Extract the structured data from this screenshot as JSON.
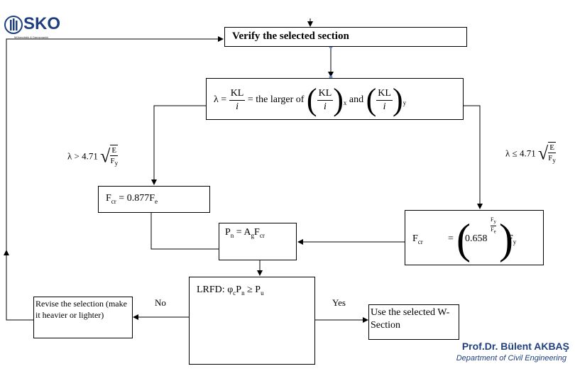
{
  "logo": {
    "name": "SKO",
    "subtitle": "Mühendislik & Danışmanlık"
  },
  "boxes": {
    "verify": "Verify the selected  section",
    "lambda": {
      "lambda_symbol": "λ =",
      "kl": "KL",
      "i": "i",
      "larger_text": "= the larger of",
      "and_text": "and",
      "sub_x": "x",
      "sub_y": "y"
    },
    "fcr_left": {
      "lhs": "F",
      "lhs_sub": "cr",
      "rhs": "=  0.877F",
      "rhs_sub": "e"
    },
    "pn": {
      "lhs": "P",
      "lhs_sub": "n",
      "mid": " = A",
      "mid_sub": "g",
      "rhs": "F",
      "rhs_sub": "cr"
    },
    "fcr_right": {
      "lhs": "F",
      "lhs_sub": "cr",
      "eq": "=",
      "base": "0.658",
      "exp_num": "F",
      "exp_num_sub": "y",
      "exp_den": "F",
      "exp_den_sub": "e",
      "tail": "F",
      "tail_sub": "y"
    },
    "lrfd": {
      "label": "LRFD: ",
      "phi": "φ",
      "phi_sub": "c",
      "p": "P",
      "p_sub": "n",
      "ge": " ≥ P",
      "ge_sub": "u"
    },
    "revise": "Revise the selection (make it heavier or lighter)",
    "use": "Use the selected W-Section"
  },
  "conditions": {
    "left": {
      "text": "λ > 4.71",
      "num": "E",
      "den": "F",
      "den_sub": "y"
    },
    "right": {
      "text": "λ ≤ 4.71",
      "num": "E",
      "den": "F",
      "den_sub": "y"
    }
  },
  "labels": {
    "no": "No",
    "yes": "Yes"
  },
  "footer": {
    "author": "Prof.Dr. Bülent AKBAŞ",
    "dept": "Department of Civil Engineering"
  },
  "colors": {
    "brand": "#1f3f7f",
    "line": "#000000",
    "dot": "#6a8ec8"
  }
}
